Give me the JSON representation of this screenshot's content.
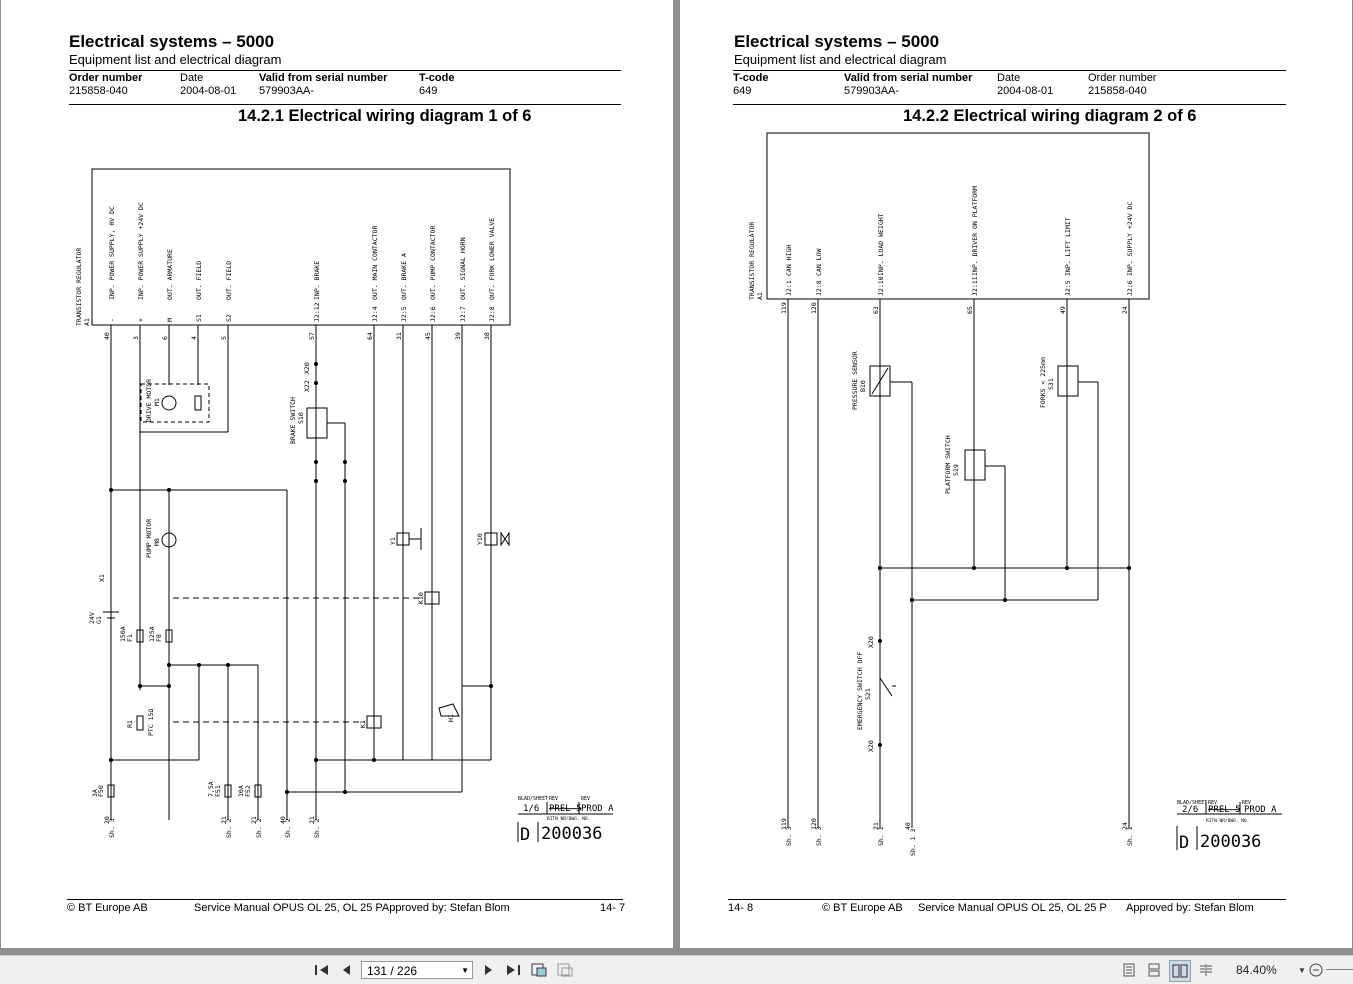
{
  "viewer": {
    "page_indicator": "131 / 226",
    "zoom": "84.40%",
    "icons": [
      "first-page-icon",
      "prev-page-icon",
      "next-page-icon",
      "last-page-icon",
      "fit-page-icon",
      "fit-width-icon",
      "single-page-icon",
      "continuous-icon",
      "two-page-icon",
      "book-icon",
      "zoom-out-icon"
    ]
  },
  "left_page": {
    "title": "Electrical systems – 5000",
    "subtitle": "Equipment list and electrical diagram",
    "meta_headers": [
      "Order number",
      "Date",
      "Valid from serial number",
      "T-code"
    ],
    "meta_values": [
      "215858-040",
      "2004-08-01",
      "579903AA-",
      "649"
    ],
    "section_title": "14.2.1 Electrical wiring diagram 1 of 6",
    "footer": {
      "copyright": "© BT Europe AB",
      "manual": "Service Manual OPUS OL 25, OL 25 PApproved by: Stefan Blom",
      "page": "14- 7"
    },
    "diagram": {
      "regulator_label": "TRANSISTOR REGULATOR",
      "regulator_ref": "A1",
      "signals": [
        "INP. POWER SUPPLY, 0V DC",
        "INP. POWER SUPPLY +24V DC",
        "OUT. ARMATURE",
        "OUT. FIELD",
        "OUT. FIELD",
        "INP. BRAKE",
        "OUT. MAIN CONTACTOR",
        "OUT. BRAKE A",
        "OUT. PUMP CONTACTOR",
        "OUT. SIGNAL HORN",
        "OUT. FORK LOWER VALVE"
      ],
      "pins": [
        "-",
        "+",
        "M",
        "S1",
        "S2",
        "J2:12",
        "J2:4",
        "J2:5",
        "J2:6",
        "J2:7",
        "J2:8"
      ],
      "wires": [
        "40",
        "3",
        "6",
        "4",
        "5",
        "57",
        "64",
        "31",
        "45",
        "39",
        "38"
      ],
      "components": [
        "DRIVE MOTOR",
        "M1",
        "BRAKE SWITCH",
        "S10",
        "PUMP MOTOR",
        "M8",
        "X1",
        "X20",
        "X22",
        "Y1",
        "Y10",
        "K10",
        "K1",
        "R1",
        "PTC 15Ω",
        "H1",
        "G1",
        "24V",
        "F1",
        "150A",
        "F8",
        "125A",
        "F50",
        "3A",
        "F51",
        "7,5A",
        "F52",
        "10A"
      ],
      "sheet_refs": [
        "Sh. 3",
        "Sh. 2",
        "Sh. 2",
        "Sh. 2",
        "Sh. 2"
      ],
      "sheet_wires": [
        "20",
        "21",
        "21",
        "40",
        "21"
      ],
      "titleblock": {
        "sheet_label": "BLAD/SHEET",
        "rev_label": "REV",
        "sheet": "1/6",
        "rev_old": "PREL 5",
        "rev": "PROD A",
        "ritn_label": "RITN NR/DWG. NO.",
        "drawing_no": "200036",
        "letter": "D"
      }
    }
  },
  "right_page": {
    "title": "Electrical systems – 5000",
    "subtitle": "Equipment list and electrical diagram",
    "meta_headers": [
      "T-code",
      "Valid from serial number",
      "Date",
      "Order number"
    ],
    "meta_values": [
      "649",
      "579903AA-",
      "2004-08-01",
      "215858-040"
    ],
    "section_title": "14.2.2 Electrical wiring diagram 2 of 6",
    "footer": {
      "page": "14- 8",
      "copyright": "© BT Europe AB",
      "manual": "Service Manual OPUS OL 25, OL 25 P",
      "approved": "Approved by: Stefan Blom"
    },
    "diagram": {
      "regulator_label": "TRANSISTOR REGULATOR",
      "regulator_ref": "A1",
      "signals": [
        "CAN HIGH",
        "CAN LOW",
        "INP. LOAD WEIGHT",
        "INP. DRIVER ON PLATFORM",
        "INP. LIFT LIMIT",
        "INP. SUPPLY +24V DC"
      ],
      "pins": [
        "J2:1",
        "J2:8",
        "J2:10",
        "J2:11",
        "J2:5",
        "J2:6"
      ],
      "wires": [
        "119",
        "120",
        "63",
        "65",
        "49",
        "24"
      ],
      "components": [
        "PRESSURE SENSOR",
        "B10",
        "PLATFORM SWITCH",
        "S19",
        "FORKS < 225mm",
        "S31",
        "EMERGENCY SWITCH OFF",
        "S21",
        "X20"
      ],
      "sheet_refs": [
        "Sh. 3",
        "Sh. 3",
        "Sh. 1",
        "Sh. 1 3",
        "Sh. 1"
      ],
      "sheet_wires": [
        "119",
        "120",
        "21",
        "40",
        "24"
      ],
      "titleblock": {
        "sheet_label": "BLAD/SHEET",
        "rev_label": "REV",
        "sheet": "2/6",
        "rev_old": "PREL 5",
        "rev": "PROD A",
        "ritn_label": "RITN NR/DWG. NO.",
        "drawing_no": "200036",
        "letter": "D"
      }
    }
  }
}
